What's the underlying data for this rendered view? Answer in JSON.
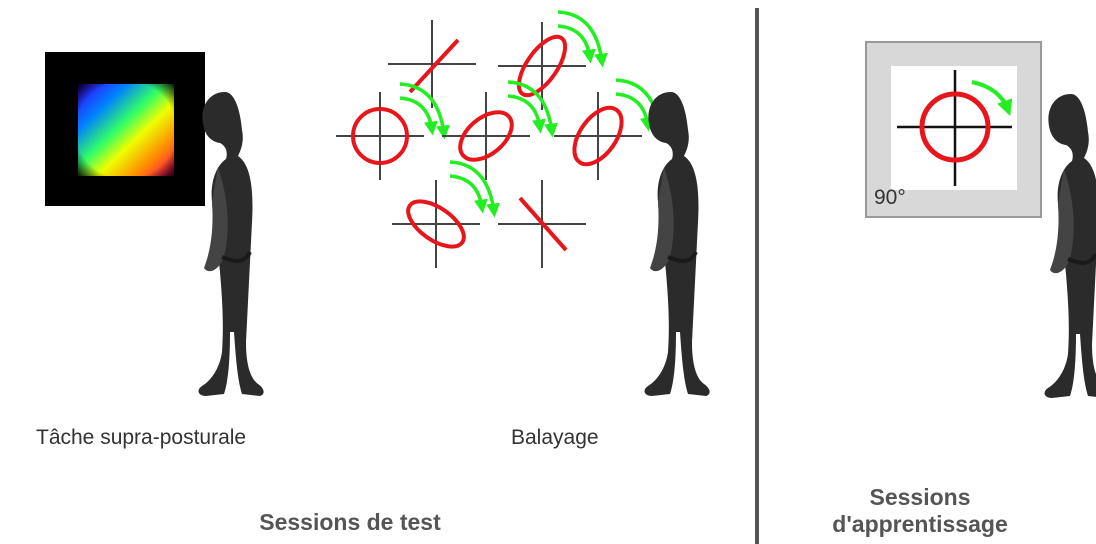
{
  "test_section": {
    "title": "Sessions de test",
    "task_label": "Tâche supra-posturale",
    "sweep_label": "Balayage"
  },
  "learning_section": {
    "title_line1": "Sessions",
    "title_line2": "d'apprentissage",
    "angle_label": "90°"
  },
  "colors": {
    "target": "#e8151b",
    "rotation_arrow": "#22ee22",
    "crosshair": "#222222",
    "divider": "#555555",
    "silhouette": "#2b2b2b",
    "frame": "#d8d8d8"
  },
  "icons": {
    "gradient_square": "color-gradient-square",
    "person": "standing-person-silhouette",
    "target": "ellipse-crosshair-target",
    "rotation": "curved-rotation-arrow"
  }
}
